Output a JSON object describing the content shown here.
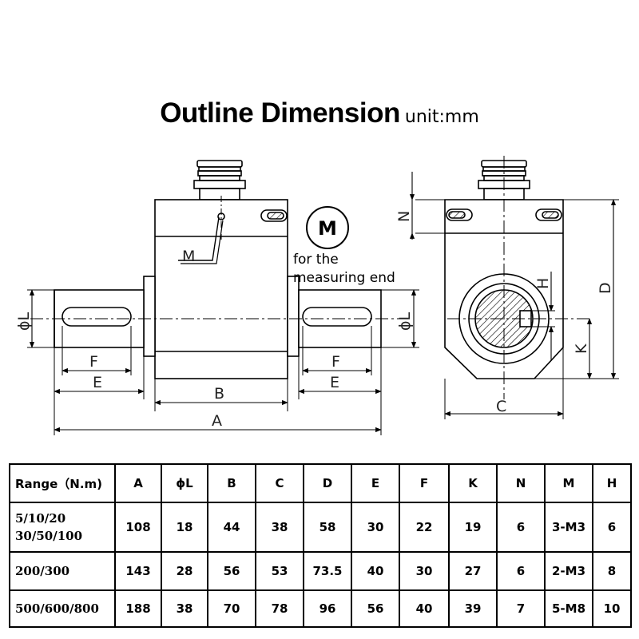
{
  "title": {
    "main": "Outline Dimension",
    "unit": "unit:mm"
  },
  "drawing": {
    "labels": {
      "A": "A",
      "B": "B",
      "C": "C",
      "D": "D",
      "E": "E",
      "F": "F",
      "H": "H",
      "K": "K",
      "N": "N",
      "M": "M",
      "phiL": "ϕL"
    },
    "measuring_badge": "M",
    "measuring_note": [
      "for the",
      "measuring end"
    ]
  },
  "table": {
    "headers": [
      "Range（N.m)",
      "A",
      "ϕL",
      "B",
      "C",
      "D",
      "E",
      "F",
      "K",
      "N",
      "M",
      "H"
    ],
    "rows": [
      {
        "range": [
          "5/10/20",
          "30/50/100"
        ],
        "values": [
          "108",
          "18",
          "44",
          "38",
          "58",
          "30",
          "22",
          "19",
          "6",
          "3-M3",
          "6"
        ]
      },
      {
        "range": [
          "200/300"
        ],
        "values": [
          "143",
          "28",
          "56",
          "53",
          "73.5",
          "40",
          "30",
          "27",
          "6",
          "2-M3",
          "8"
        ]
      },
      {
        "range": [
          "500/600/800"
        ],
        "values": [
          "188",
          "38",
          "70",
          "78",
          "96",
          "56",
          "40",
          "39",
          "7",
          "5-M8",
          "10"
        ]
      }
    ]
  }
}
